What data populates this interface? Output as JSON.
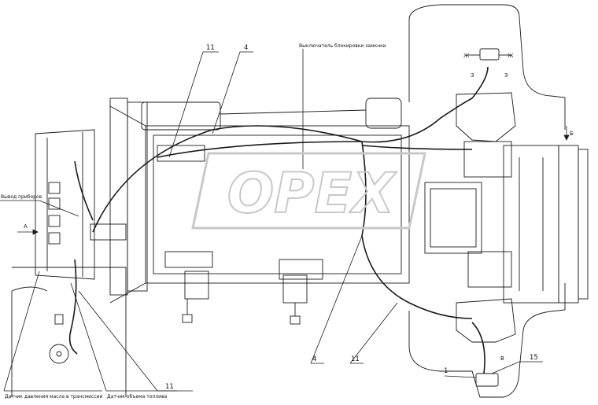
{
  "diagram": {
    "callouts": {
      "c11_top": "11",
      "c4_top": "4",
      "c4_bottom": "4",
      "c11_bottom_mid": "11",
      "c11_bottom_left": "11",
      "c1": "1",
      "c15": "15"
    },
    "notes": {
      "lock_switch": "Выключатель блокировки замкнки",
      "instrument_output": "Вывод приборов",
      "oil_pressure_sensor": "Датчик давления масла в трансмиссии",
      "fuel_level_sensor": "Датчик объема топлива"
    },
    "view_marks": {
      "arrow_a": "А",
      "arrow_b": "Б",
      "section_zh_left": "Ж",
      "section_zh_right": "Ж",
      "section_z_left": "З",
      "section_z_right": "З",
      "mark_v": "В"
    },
    "watermark": "OPEX",
    "colors": {
      "ink": "#1a1a1a",
      "paper": "#ffffff",
      "watermark": "#c8c8c8"
    }
  }
}
